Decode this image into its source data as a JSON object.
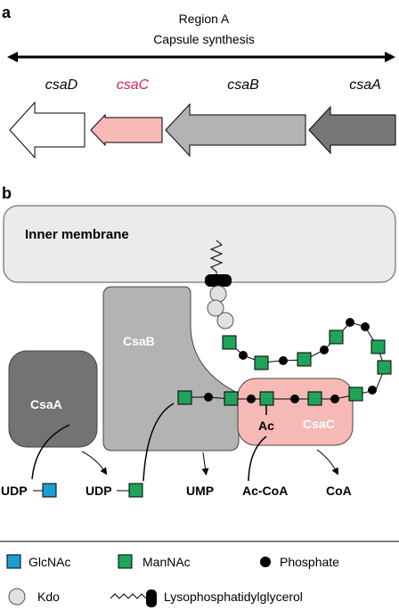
{
  "panel_a": {
    "label": "a",
    "region_title": "Region A",
    "region_subtitle": "Capsule synthesis",
    "genes": [
      {
        "name": "csaD",
        "fill": "#ffffff",
        "label_color": "#000000"
      },
      {
        "name": "csaC",
        "fill": "#f9b9b6",
        "label_color": "#d6234a"
      },
      {
        "name": "csaB",
        "fill": "#b3b3b3",
        "label_color": "#000000"
      },
      {
        "name": "csaA",
        "fill": "#777777",
        "label_color": "#000000"
      }
    ]
  },
  "panel_b": {
    "label": "b",
    "membrane_label": "Inner membrane",
    "proteins": {
      "csaA": {
        "label": "CsaA",
        "fill": "#737373"
      },
      "csaB": {
        "label": "CsaB",
        "fill": "#b3b3b3"
      },
      "csaC": {
        "label": "CsaC",
        "fill": "#f6b9b6"
      }
    },
    "acetyl_label": "Ac",
    "substrates": {
      "udp_1": "UDP",
      "udp_2": "UDP",
      "ump": "UMP",
      "ac_coa": "Ac-CoA",
      "coa": "CoA"
    }
  },
  "legend": {
    "glcnac": {
      "label": "GlcNAc",
      "color": "#1a9fd6"
    },
    "mannac": {
      "label": "ManNAc",
      "color": "#1fa45a"
    },
    "phosphate": {
      "label": "Phosphate",
      "color": "#000000"
    },
    "kdo": {
      "label": "Kdo",
      "color": "#e0e0e0"
    },
    "lysophosphatidylglycerol": {
      "label": "Lysophosphatidylglycerol"
    }
  }
}
